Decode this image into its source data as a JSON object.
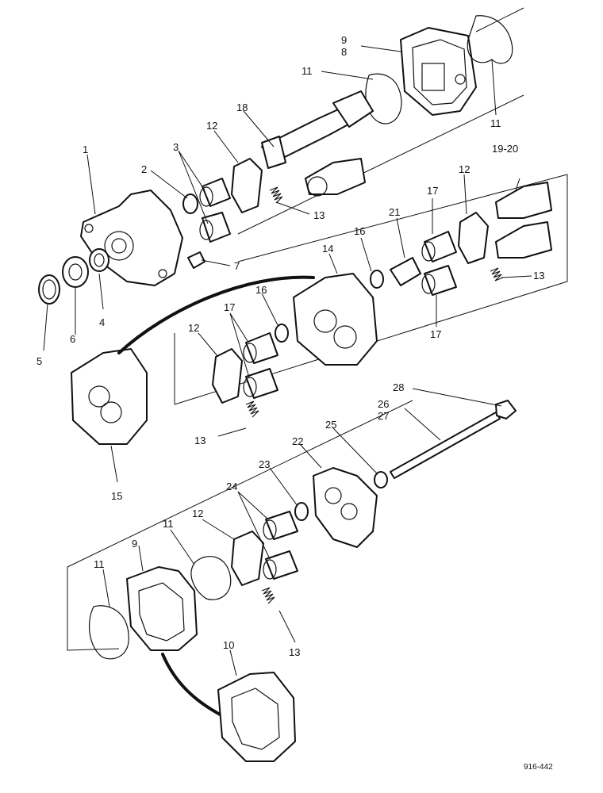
{
  "figure_code": "916-442",
  "callouts": {
    "c1": "1",
    "c2": "2",
    "c3": "3",
    "c4": "4",
    "c5": "5",
    "c6": "6",
    "c7": "7",
    "c8": "8",
    "c9a": "9",
    "c9b": "9",
    "c10": "10",
    "c11a": "11",
    "c11b": "11",
    "c11c": "11",
    "c11d": "11",
    "c12a": "12",
    "c12b": "12",
    "c12c": "12",
    "c12d": "12",
    "c13a": "13",
    "c13b": "13",
    "c13c": "13",
    "c13d": "13",
    "c14": "14",
    "c15": "15",
    "c16a": "16",
    "c16b": "16",
    "c17a": "17",
    "c17b": "17",
    "c17c": "17",
    "c18": "18",
    "c1920": "19-20",
    "c21": "21",
    "c22": "22",
    "c23": "23",
    "c24": "24",
    "c25": "25",
    "c26": "26",
    "c27": "27",
    "c28": "28"
  }
}
